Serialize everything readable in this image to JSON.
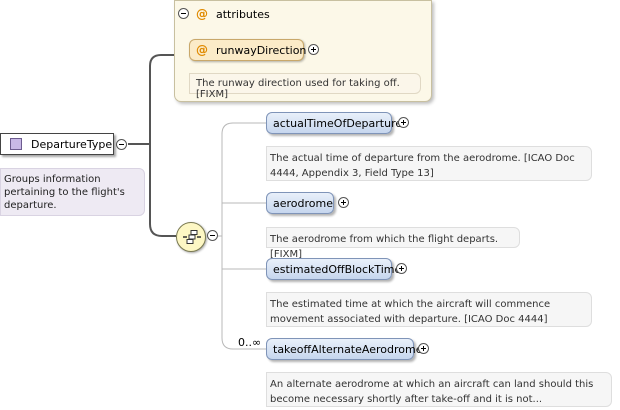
{
  "root": {
    "name": "DepartureType",
    "documentation": "Groups information pertaining to the flight's departure."
  },
  "attributes": {
    "header": "attributes",
    "symbol": "@",
    "items": [
      {
        "name": "runwayDirection",
        "documentation": "The runway direction used for taking off. [FIXM]"
      }
    ]
  },
  "sequence": {
    "elements": [
      {
        "name": "actualTimeOfDeparture",
        "occurrence": "",
        "documentation": "The actual time of departure from the aerodrome. [ICAO Doc 4444, Appendix 3, Field Type 13]"
      },
      {
        "name": "aerodrome",
        "occurrence": "",
        "documentation": "The aerodrome from which the flight departs. [FIXM]"
      },
      {
        "name": "estimatedOffBlockTime",
        "occurrence": "",
        "documentation": "The estimated time at which the aircraft will commence movement associated with departure. [ICAO Doc 4444]"
      },
      {
        "name": "takeoffAlternateAerodrome",
        "occurrence": "0..∞",
        "documentation": "An alternate aerodrome at which an aircraft can land should this become necessary shortly after take-off and it is not..."
      }
    ]
  },
  "colors": {
    "type_icon": "#c8b8e6",
    "attribute_symbol": "#e08a00",
    "attributes_panel": "#fcf8e8",
    "element_box": "#c6d6ee",
    "compositor": "#fdf7c4"
  },
  "icons": {
    "root": "complex-type-icon",
    "compositor": "sequence-icon",
    "toggle_collapse": "collapse-icon",
    "toggle_expand": "expand-icon"
  }
}
